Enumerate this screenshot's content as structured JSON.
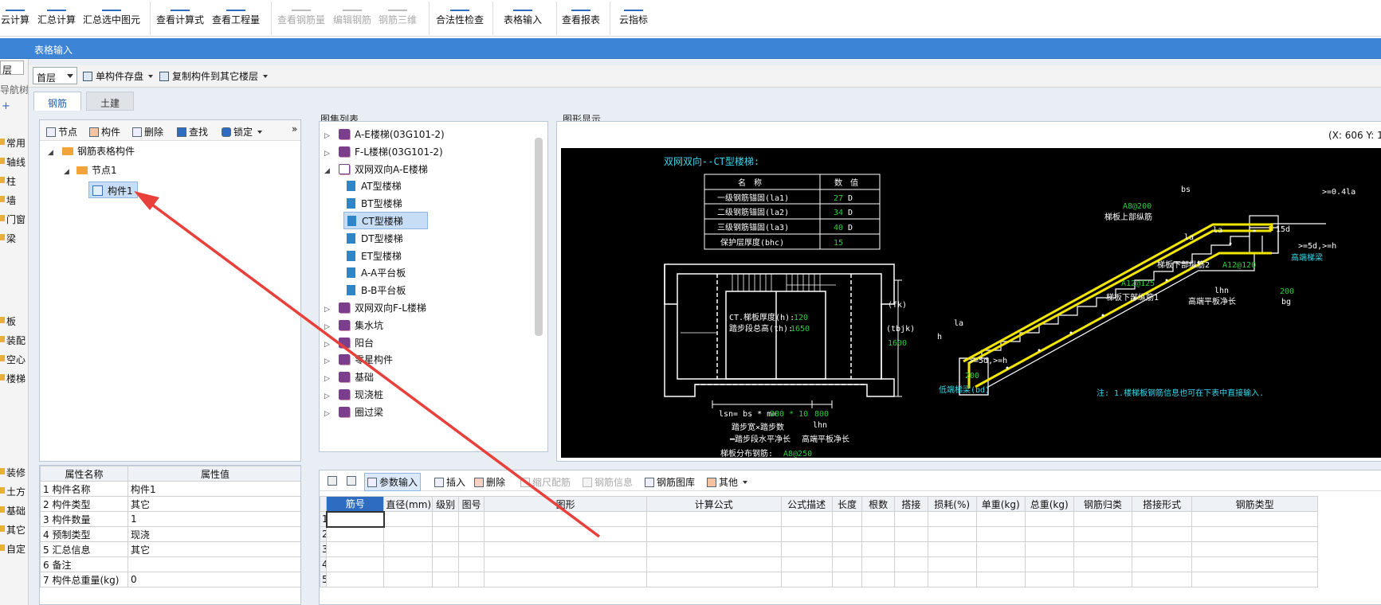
{
  "ribbon": {
    "items": [
      {
        "label": "云计算",
        "disabled": false
      },
      {
        "label": "汇总计算",
        "disabled": false
      },
      {
        "label": "汇总选中图元",
        "disabled": false
      },
      {
        "label": "查看计算式",
        "disabled": false
      },
      {
        "label": "查看工程量",
        "disabled": false
      },
      {
        "label": "查看钢筋量",
        "disabled": true
      },
      {
        "label": "编辑钢筋",
        "disabled": true
      },
      {
        "label": "钢筋三维",
        "disabled": true
      },
      {
        "label": "合法性检查",
        "disabled": false
      },
      {
        "label": "表格输入",
        "disabled": false
      },
      {
        "label": "查看报表",
        "disabled": false
      },
      {
        "label": "云指标",
        "disabled": false
      }
    ]
  },
  "window": {
    "title": "表格输入"
  },
  "left_strip": {
    "floor_box": "层",
    "nav_tree_label": "导航树",
    "items": [
      "常用",
      "轴线",
      "柱",
      "墙",
      "门窗",
      "梁",
      "板",
      "装配",
      "空心",
      "楼梯",
      "装修",
      "土方",
      "基础",
      "其它",
      "自定"
    ]
  },
  "toolbar2": {
    "floor_select": "首层",
    "save_component": "单构件存盘",
    "copy_to_floor": "复制构件到其它楼层"
  },
  "tabs": [
    {
      "label": "钢筋",
      "active": true
    },
    {
      "label": "土建",
      "active": false
    }
  ],
  "tree_toolbar": {
    "node": "节点",
    "component": "构件",
    "delete": "删除",
    "find": "查找",
    "lock": "锁定",
    "more": "»"
  },
  "tree": {
    "root": "钢筋表格构件",
    "node": "节点1",
    "component": "构件1"
  },
  "properties": {
    "col_name": "属性名称",
    "col_value": "属性值",
    "rows": [
      {
        "no": "1",
        "name": "构件名称",
        "value": "构件1"
      },
      {
        "no": "2",
        "name": "构件类型",
        "value": "其它"
      },
      {
        "no": "3",
        "name": "构件数量",
        "value": "1"
      },
      {
        "no": "4",
        "name": "预制类型",
        "value": "现浇"
      },
      {
        "no": "5",
        "name": "汇总信息",
        "value": "其它"
      },
      {
        "no": "6",
        "name": "备注",
        "value": ""
      },
      {
        "no": "7",
        "name": "构件总重量(kg)",
        "value": "0"
      }
    ]
  },
  "atlas": {
    "title": "图集列表",
    "items": [
      {
        "label": "A-E楼梯(03G101-2)",
        "kind": "book",
        "level": 0
      },
      {
        "label": "F-L楼梯(03G101-2)",
        "kind": "book",
        "level": 0
      },
      {
        "label": "双网双向A-E楼梯",
        "kind": "open",
        "level": 0
      },
      {
        "label": "AT型楼梯",
        "kind": "page",
        "level": 1
      },
      {
        "label": "BT型楼梯",
        "kind": "page",
        "level": 1
      },
      {
        "label": "CT型楼梯",
        "kind": "page",
        "level": 1,
        "selected": true
      },
      {
        "label": "DT型楼梯",
        "kind": "page",
        "level": 1
      },
      {
        "label": "ET型楼梯",
        "kind": "page",
        "level": 1
      },
      {
        "label": "A-A平台板",
        "kind": "page",
        "level": 1
      },
      {
        "label": "B-B平台板",
        "kind": "page",
        "level": 1
      },
      {
        "label": "双网双向F-L楼梯",
        "kind": "book",
        "level": 0
      },
      {
        "label": "集水坑",
        "kind": "book",
        "level": 0
      },
      {
        "label": "阳台",
        "kind": "book",
        "level": 0
      },
      {
        "label": "零星构件",
        "kind": "book",
        "level": 0
      },
      {
        "label": "基础",
        "kind": "book",
        "level": 0
      },
      {
        "label": "现浇桩",
        "kind": "book",
        "level": 0
      },
      {
        "label": "圈过梁",
        "kind": "book",
        "level": 0
      }
    ]
  },
  "figure": {
    "title": "图形显示",
    "coords": "(X: 606 Y: 1",
    "heading": "双网双向--CT型楼梯:",
    "table_head": [
      "名　称",
      "数　值"
    ],
    "table_rows": [
      {
        "name": "一级钢筋锚固(la1)",
        "value": "27",
        "unit": "D"
      },
      {
        "name": "二级钢筋锚固(la2)",
        "value": "34",
        "unit": "D"
      },
      {
        "name": "三级钢筋锚固(la3)",
        "value": "40",
        "unit": "D"
      },
      {
        "name": "保护层厚度(bhc)",
        "value": "15",
        "unit": ""
      }
    ],
    "thickness_label": "CT.梯板厚度(h):",
    "thickness_value": "120",
    "height_label": "踏步段总高(th):",
    "height_value": "1650",
    "fk": "(fk)",
    "tbjk": "(tbjk)",
    "tbjk_value": "1600",
    "lsn_label": "lsn= bs * m=",
    "lsn_value": "280 * 10",
    "lhn_value": "800",
    "lhn": "lhn",
    "step_width": "踏步宽×踏步数",
    "step_len": "━踏步段水平净长",
    "plat_len": "高端平板净长",
    "dist_bar_label": "梯板分布钢筋:",
    "dist_bar_value": "A8@250",
    "bs": "bs",
    "gt041a": ">=0.4la",
    "a8200": "A8@200",
    "top_bar": "梯板上部纵筋",
    "la": "la",
    "d15": "15d",
    "gt5dh": ">=5d,>=h",
    "high_beam": "高端梯梁",
    "bottom_bar2": "梯板下部纵筋2",
    "a12120": "A12@120",
    "a12125": "A12@125",
    "bottom_bar1": "梯板下部纵筋1",
    "lhn2": "lhn",
    "v200": "200",
    "bg": "bg",
    "high_plat": "高端平板净长",
    "h_label": "h",
    "low_dims": ">=5d,>=h",
    "v200b": "200",
    "low_beam": "低端梯梁(bd)",
    "note": "注: 1.楼梯板钢筋信息也可在下表中直接输入."
  },
  "rebar_toolbar": {
    "param_input": "参数输入",
    "insert": "插入",
    "delete": "删除",
    "scale_bars": "缩尺配筋",
    "bar_info": "钢筋信息",
    "bar_library": "钢筋图库",
    "other": "其他"
  },
  "rebar_table": {
    "headers": [
      "筋号",
      "直径(mm)",
      "级别",
      "图号",
      "图形",
      "计算公式",
      "公式描述",
      "长度",
      "根数",
      "搭接",
      "损耗(%)",
      "单重(kg)",
      "总重(kg)",
      "钢筋归类",
      "搭接形式",
      "钢筋类型"
    ],
    "rows": [
      "1",
      "2",
      "3",
      "4",
      "5"
    ]
  },
  "colors": {
    "title_bar": "#3b84d6",
    "accent": "#2d6cc0",
    "annotation_arrow": "#e8403a",
    "drawing_bg": "#000000",
    "rebar": "#f2e600"
  }
}
